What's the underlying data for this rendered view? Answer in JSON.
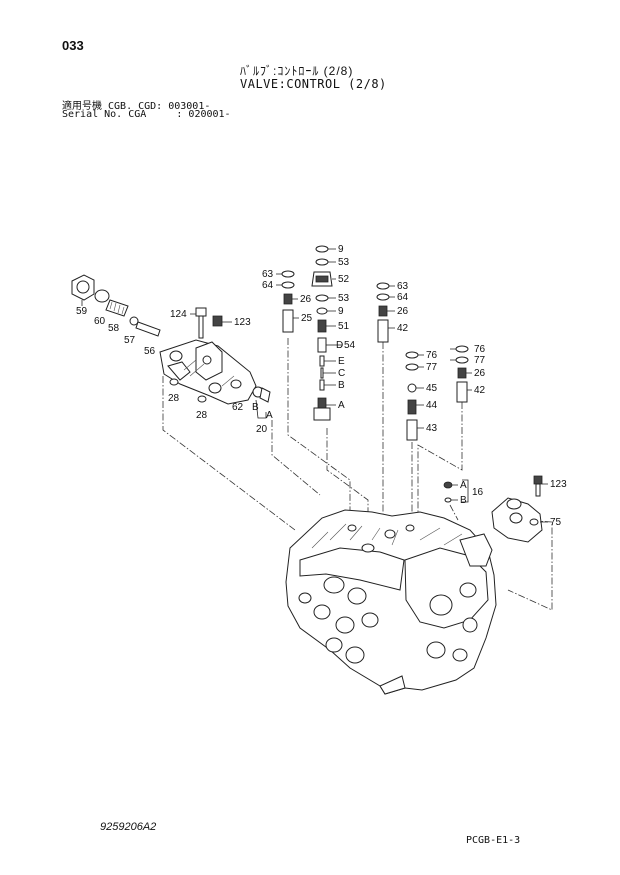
{
  "header": {
    "page_number": "033",
    "title_jp": "ﾊﾞﾙﾌﾞ:ｺﾝﾄﾛｰﾙ (2/8)",
    "title_en": "VALVE:CONTROL (2/8)",
    "serial_line1": "適用号機 CGB. CGD: 003001-",
    "serial_line2": "Serial No. CGA     : 020001-"
  },
  "footer": {
    "document_number": "9259206A2",
    "sheet_code": "PCGB-E1-3"
  },
  "callouts": {
    "p9a": "9",
    "p53a": "53",
    "p52": "52",
    "p53b": "53",
    "p9b": "9",
    "p51": "51",
    "p54": "54",
    "lD": "D",
    "lE": "E",
    "lC": "C",
    "lB1": "B",
    "lA1": "A",
    "p63a": "63",
    "p64a": "64",
    "p26a": "26",
    "p25": "25",
    "p63b": "63",
    "p64b": "64",
    "p26b": "26",
    "p42a": "42",
    "p76a": "76",
    "p77a": "77",
    "p45": "45",
    "p44": "44",
    "p43": "43",
    "p76b": "76",
    "p77b": "77",
    "p26c": "26",
    "p42b": "42",
    "p59": "59",
    "p60": "60",
    "p58": "58",
    "p57": "57",
    "p56": "56",
    "p124": "124",
    "p123a": "123",
    "p28a": "28",
    "p28b": "28",
    "p62": "62",
    "lB2": "B",
    "lA2": "A",
    "p20": "20",
    "lA3": "A",
    "lB3": "B",
    "p16": "16",
    "p123b": "123",
    "p75": "75"
  }
}
